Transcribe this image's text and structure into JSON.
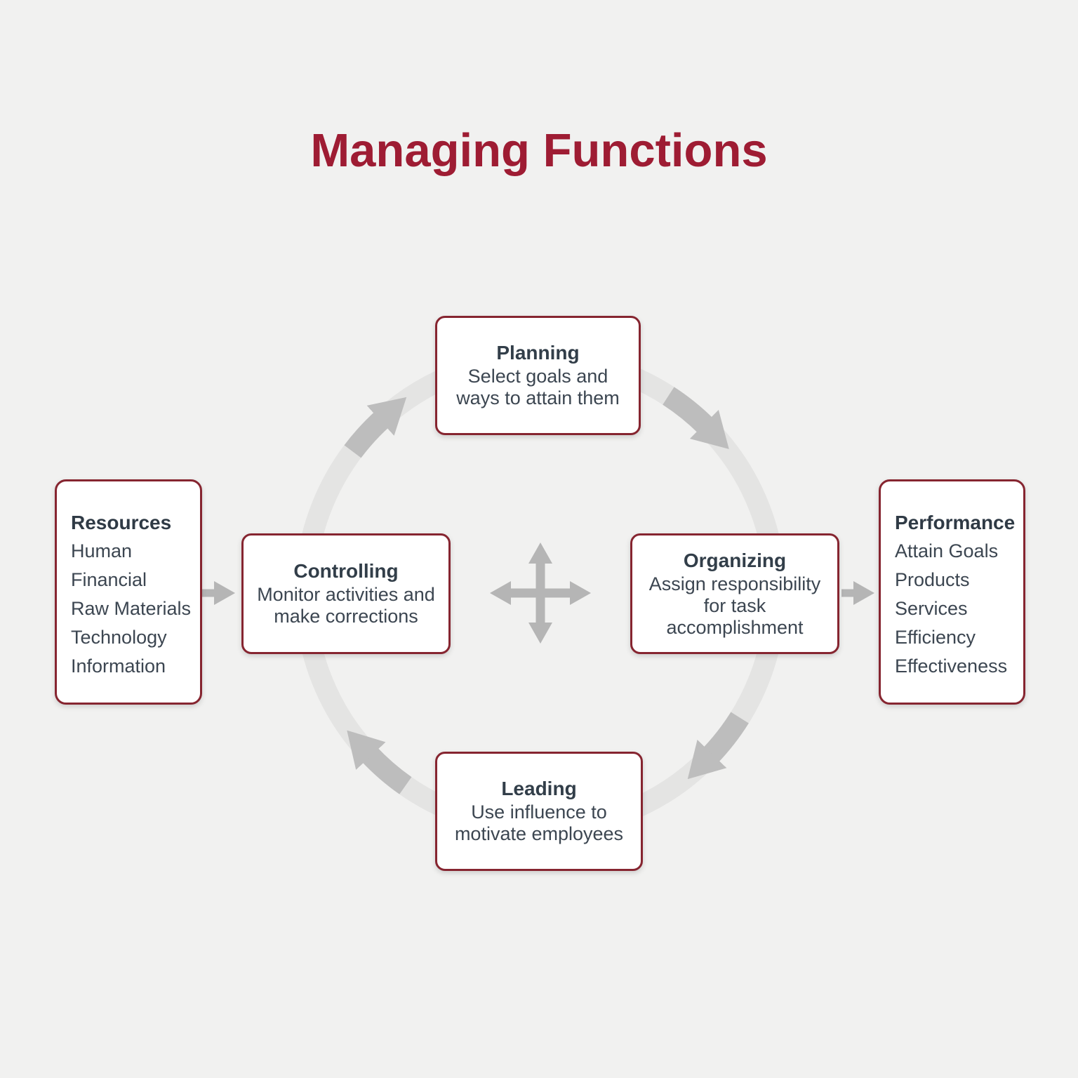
{
  "title": "Managing Functions",
  "colors": {
    "accent_maroon": "#9e1c33",
    "box_border_maroon": "#862530",
    "ring_gray": "#e4e4e3",
    "cycle_arrow_gray": "#bdbdbd",
    "connector_arrow_gray": "#b5b5b5",
    "heading_text": "#323e49",
    "body_text": "#3c4651",
    "background": "#f1f1f0",
    "box_background": "#ffffff"
  },
  "cycle": {
    "direction": "clockwise",
    "nodes": [
      {
        "title": "Planning",
        "description": "Select goals and ways to attain them"
      },
      {
        "title": "Organizing",
        "description": "Assign responsibility for task accomplishment"
      },
      {
        "title": "Leading",
        "description": "Use influence to motivate employees"
      },
      {
        "title": "Controlling",
        "description": "Monitor activities and make corrections"
      }
    ]
  },
  "input_box": {
    "title": "Resources",
    "items": [
      "Human",
      "Financial",
      "Raw Materials",
      "Technology",
      "Information"
    ]
  },
  "output_box": {
    "title": "Performance",
    "items": [
      "Attain Goals",
      "Products",
      "Services",
      "Efficiency",
      "Effectiveness"
    ]
  },
  "icons": {
    "ring": "clockwise-cycle-ring",
    "ring_arrowheads": "clockwise-arrowhead",
    "center": "four-way-cross-arrow",
    "connector": "right-arrow"
  }
}
